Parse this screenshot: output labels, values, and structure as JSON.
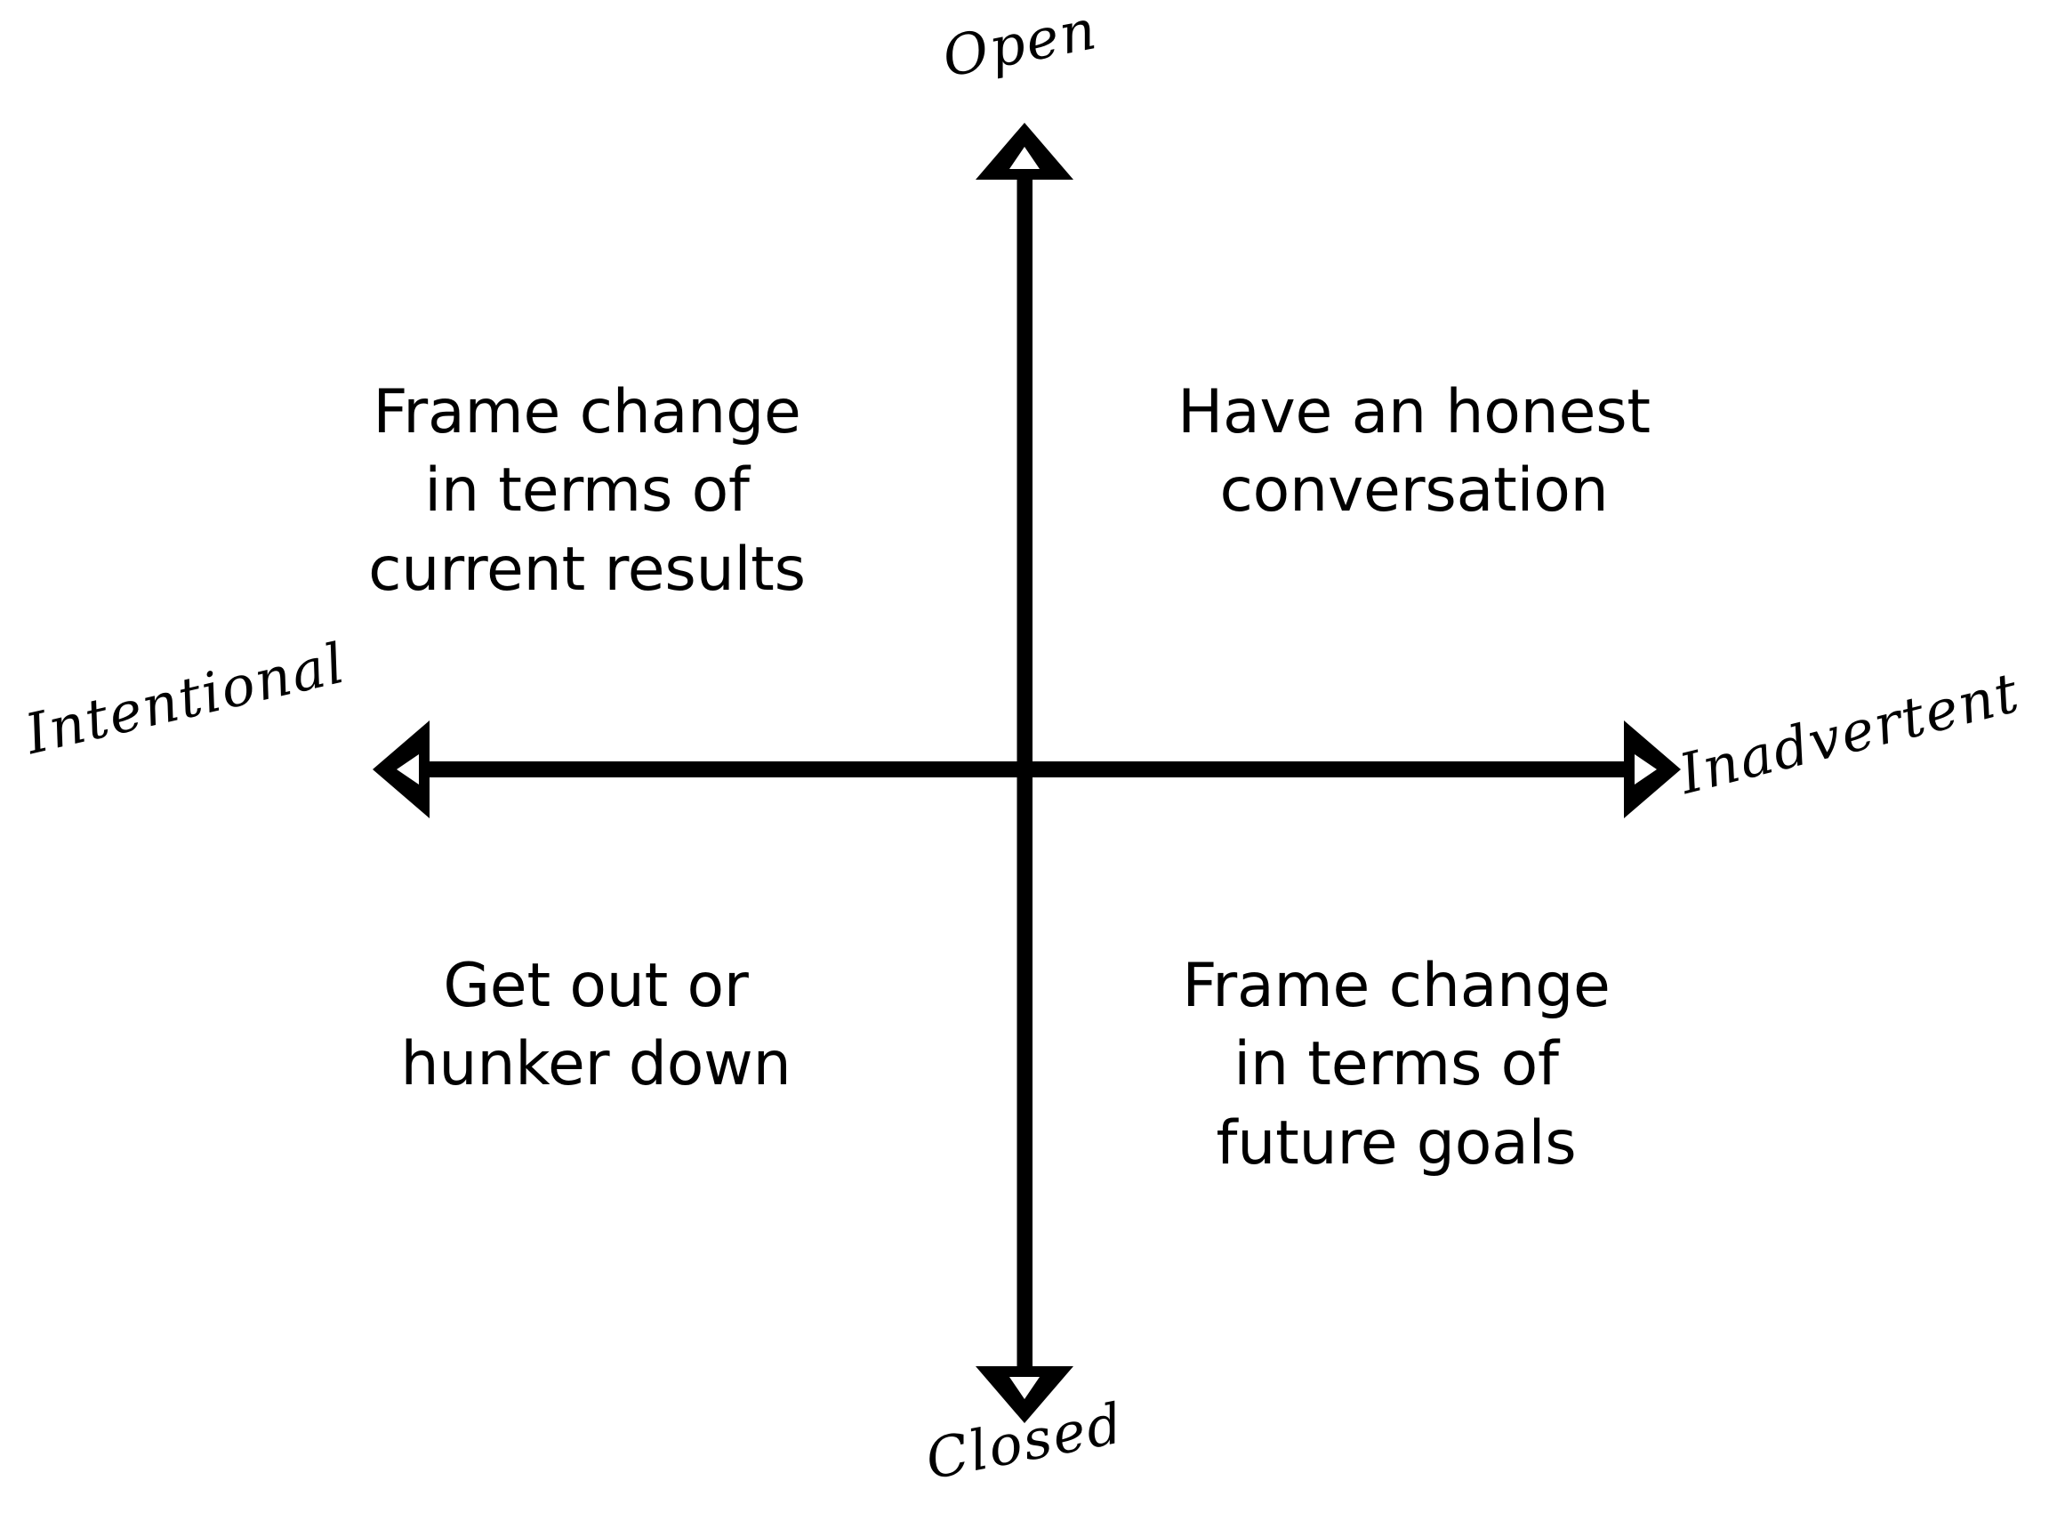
{
  "diagram": {
    "type": "2x2-matrix",
    "background_color": "#ffffff",
    "stroke_color": "#000000",
    "title": "",
    "axes": {
      "vertical": {
        "top_label": "Open",
        "bottom_label": "Closed",
        "orientation": "vertical",
        "double_headed": true
      },
      "horizontal": {
        "left_label": "Intentional",
        "right_label": "Inadvertent",
        "orientation": "horizontal",
        "double_headed": true
      }
    },
    "quadrants": [
      {
        "position": "top-left",
        "axis_combination": "Open / Intentional",
        "text": "Frame change\nin terms of\ncurrent results",
        "lines": [
          "Frame change",
          "in terms of",
          "current results"
        ]
      },
      {
        "position": "top-right",
        "axis_combination": "Open / Inadvertent",
        "text": "Have an honest\nconversation",
        "lines": [
          "Have an honest",
          "conversation"
        ]
      },
      {
        "position": "bottom-left",
        "axis_combination": "Closed / Intentional",
        "text": "Get out or\nhunker down",
        "lines": [
          "Get out or",
          "hunker down"
        ]
      },
      {
        "position": "bottom-right",
        "axis_combination": "Closed / Inadvertent",
        "text": "Frame change\nin terms of\nfuture goals",
        "lines": [
          "Frame change",
          "in terms of",
          "future goals"
        ]
      }
    ]
  },
  "chart_data": {
    "type": "scatter",
    "title": "",
    "xlabel": "",
    "ylabel": "",
    "grid": false,
    "legend": "none",
    "x_axis_left_label": "Intentional",
    "x_axis_right_label": "Inadvertent",
    "y_axis_top_label": "Open",
    "y_axis_bottom_label": "Closed",
    "annotations": [
      {
        "quadrant": "top-left",
        "text": "Frame change in terms of current results"
      },
      {
        "quadrant": "top-right",
        "text": "Have an honest conversation"
      },
      {
        "quadrant": "bottom-left",
        "text": "Get out or hunker down"
      },
      {
        "quadrant": "bottom-right",
        "text": "Frame change in terms of future goals"
      }
    ]
  }
}
